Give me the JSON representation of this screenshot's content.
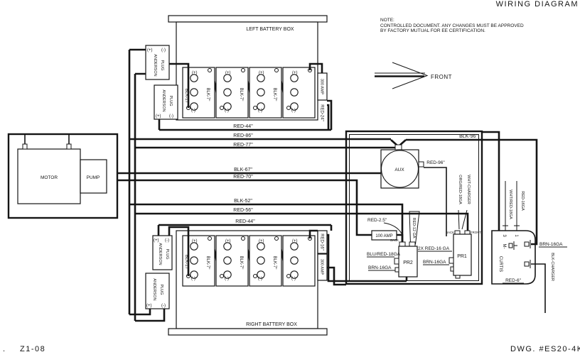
{
  "title": "WIRING DIAGRAM",
  "note": {
    "heading": "NOTE:",
    "line1": "CONTROLLED DOCUMENT. ANY CHANGES MUST BE APPROVED",
    "line2": "BY FACTORY MUTUAL FOR EE CERTIFICATION."
  },
  "front_arrow": {
    "label": "FRONT"
  },
  "footer": {
    "prefix": ".",
    "left": "Z1-08",
    "right": "DWG. #ES20-4K"
  },
  "left_battery_box": {
    "label": "LEFT BATTERY BOX"
  },
  "right_battery_box": {
    "label": "RIGHT BATTERY BOX"
  },
  "motor": {
    "label": "MOTOR"
  },
  "pump": {
    "label": "PUMP"
  },
  "aux": {
    "label": "AUX"
  },
  "pr1": {
    "label": "PR1",
    "back": "BACK",
    "front": "FRONT",
    "wire_2x": "2X RED-16 GA",
    "wire_brn": "BRN-16GA"
  },
  "pr2": {
    "label": "PR2",
    "back": "BACK",
    "wire_blu": "BLU/RED-18GA",
    "wire_brn": "BRN-16GA"
  },
  "curtis": {
    "label": "CURTIS",
    "m_minus": "M-",
    "t3": "3",
    "t1": "1",
    "wire_red16": "RED-16GA",
    "wire_whtred": "WHT/RED-18GA",
    "wire_brn": "BRN-16GA",
    "wire_blkcharger": "BLK-CHARGER",
    "wire_red6": "RED-6\""
  },
  "anderson_plug": {
    "line1": "ANDERSON",
    "line2": "PLUG"
  },
  "terminals": {
    "plus": "(+)",
    "minus": "(-)"
  },
  "fuses": {
    "amp300": "300 AMP",
    "amp100": "100 AMP"
  },
  "wire_labels": {
    "blk17": "BLK-17\"",
    "blk7": "BLK-7\"",
    "red24": "RED-24\"",
    "red16": "RED-16\"",
    "red44": "RED-44\"",
    "red86": "RED-86\"",
    "red77": "RED-77\"",
    "blk67": "BLK-67\"",
    "red70": "RED-70\"",
    "blk52": "BLK-52\"",
    "red56": "RED-56\"",
    "blk96": "BLK-96\"",
    "red96": "RED-96\"",
    "red25": "RED-2.5\"",
    "red12": "RED-12 GA",
    "whtcharger": "WHT-CHARGER",
    "orgred": "ORG/RED-18GA"
  }
}
